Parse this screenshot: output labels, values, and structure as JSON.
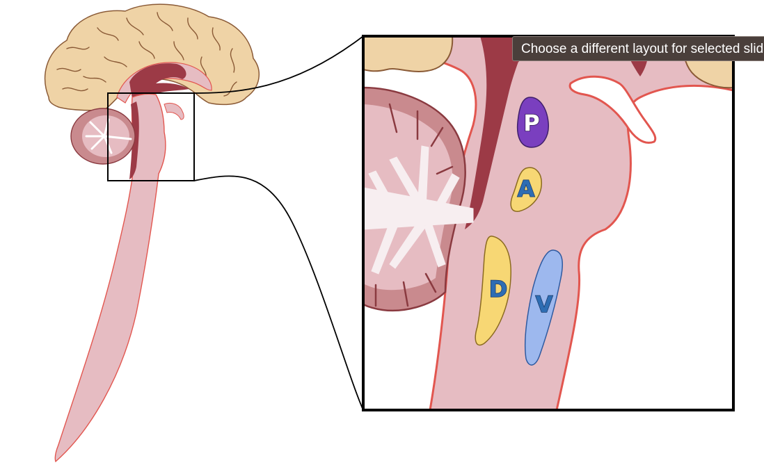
{
  "tooltip": {
    "text": "Choose a different layout for selected slides"
  },
  "regions": [
    {
      "id": "P",
      "label": "P",
      "fill": "#7a3fbf",
      "text_color": "#ffffff"
    },
    {
      "id": "A",
      "label": "A",
      "fill": "#f7d774",
      "text_color": "#2e6db3"
    },
    {
      "id": "D",
      "label": "D",
      "fill": "#f7d774",
      "text_color": "#2e6db3"
    },
    {
      "id": "V",
      "label": "V",
      "fill": "#9db8ee",
      "text_color": "#2e6db3"
    }
  ],
  "colors": {
    "cortex": "#efd3a6",
    "cortex_outline": "#8a5a36",
    "brainstem": "#e6bcc2",
    "brainstem_outline": "#e2564f",
    "ventricle": "#9c3a46",
    "cerebellum": "#c98a8e",
    "white_matter": "#f7eef0"
  }
}
